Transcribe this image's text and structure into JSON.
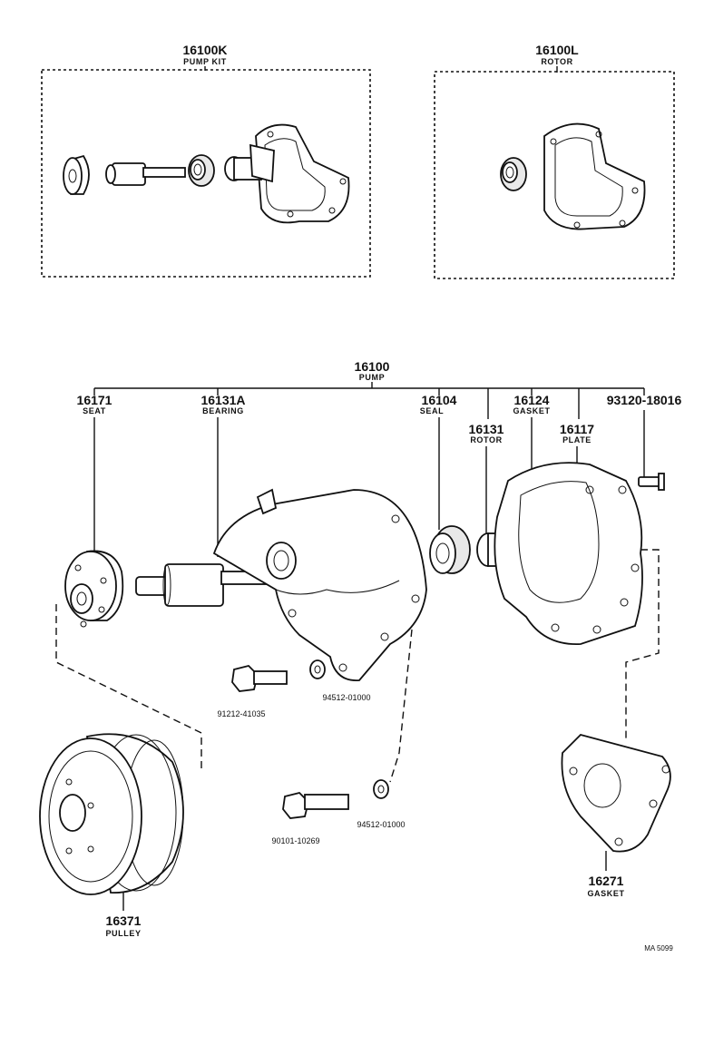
{
  "kits": [
    {
      "part_no": "16100K",
      "name": "PUMP KIT"
    },
    {
      "part_no": "16100L",
      "name": "ROTOR"
    }
  ],
  "main": {
    "part_no": "16100",
    "name": "PUMP"
  },
  "parts": [
    {
      "part_no": "16171",
      "name": "SEAT"
    },
    {
      "part_no": "16131A",
      "name": "BEARING"
    },
    {
      "part_no": "16104",
      "name": "SEAL"
    },
    {
      "part_no": "16124",
      "name": "GASKET"
    },
    {
      "part_no": "93120-18016",
      "name": ""
    },
    {
      "part_no": "16131",
      "name": "ROTOR"
    },
    {
      "part_no": "16117",
      "name": "PLATE"
    },
    {
      "part_no": "91212-41035",
      "name": ""
    },
    {
      "part_no": "94512-01000",
      "name": ""
    },
    {
      "part_no": "90101-10269",
      "name": ""
    },
    {
      "part_no": "94512-01000",
      "name": ""
    },
    {
      "part_no": "16271",
      "name": "GASKET"
    },
    {
      "part_no": "16371",
      "name": "PULLEY"
    }
  ],
  "diagram_code": "MA 5099"
}
